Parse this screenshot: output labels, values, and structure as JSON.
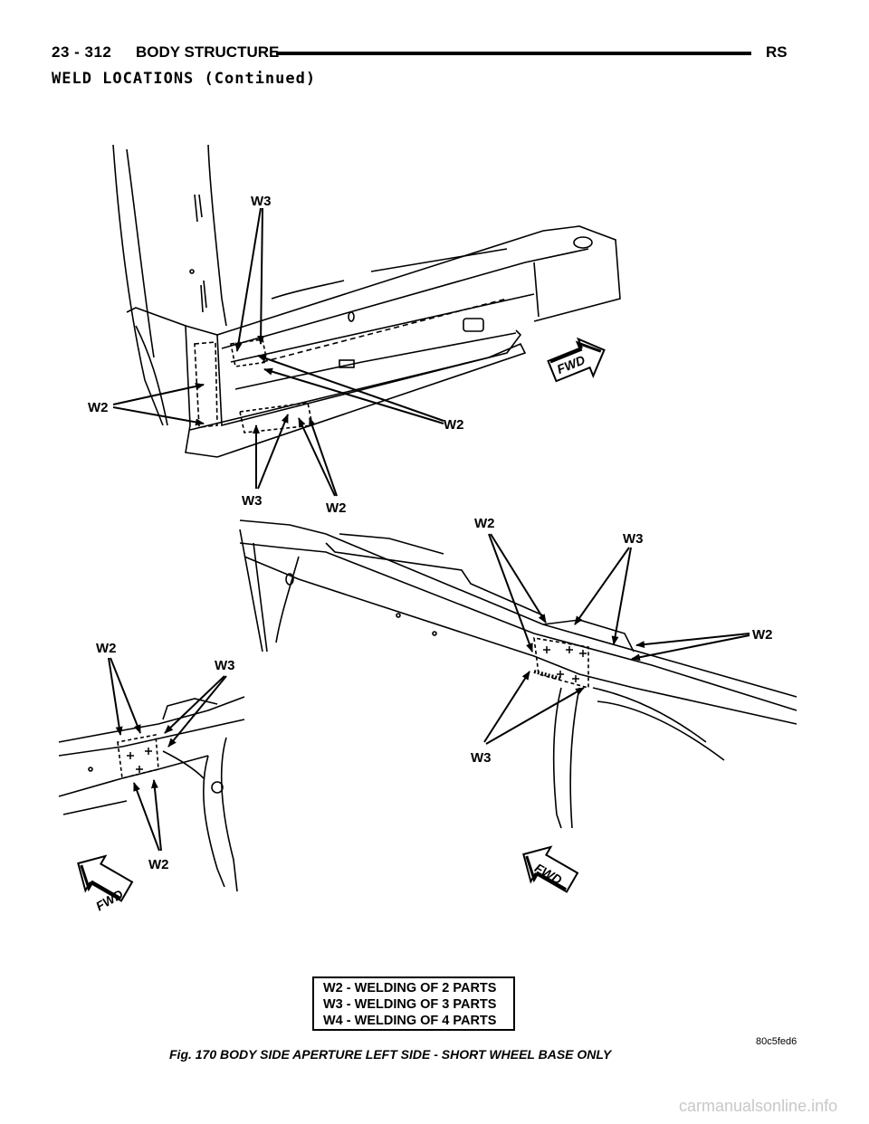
{
  "header": {
    "page_number": "23 - 312",
    "title": "BODY STRUCTURE",
    "code": "RS"
  },
  "section_title": "WELD LOCATIONS (Continued)",
  "figure": {
    "callouts": {
      "w2": "W2",
      "w3": "W3"
    },
    "direction_arrow": "FWD",
    "legend": [
      "W2 - WELDING OF 2 PARTS",
      "W3 - WELDING OF 3 PARTS",
      "W4 - WELDING OF 4 PARTS"
    ],
    "caption": "Fig. 170 BODY SIDE APERTURE LEFT SIDE - SHORT WHEEL BASE ONLY",
    "figure_id": "80c5fed6"
  },
  "watermark": "carmanualsonline.info"
}
